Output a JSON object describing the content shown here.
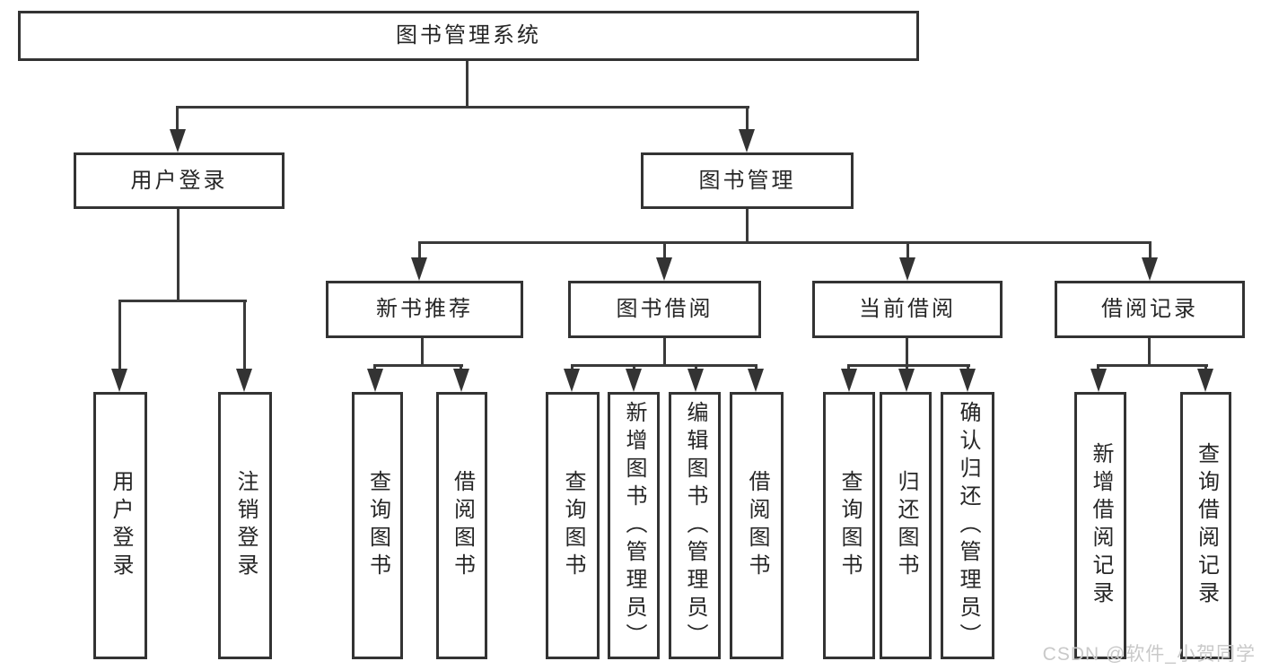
{
  "diagram": {
    "title": "图书管理系统",
    "tree": {
      "label": "图书管理系统",
      "children": [
        {
          "label": "用户登录",
          "children": [
            {
              "label": "用户登录"
            },
            {
              "label": "注销登录"
            }
          ]
        },
        {
          "label": "图书管理",
          "children": [
            {
              "label": "新书推荐",
              "children": [
                {
                  "label": "查询图书"
                },
                {
                  "label": "借阅图书"
                }
              ]
            },
            {
              "label": "图书借阅",
              "children": [
                {
                  "label": "查询图书"
                },
                {
                  "label": "新增图书（管理员）"
                },
                {
                  "label": "编辑图书（管理员）"
                },
                {
                  "label": "借阅图书"
                }
              ]
            },
            {
              "label": "当前借阅",
              "children": [
                {
                  "label": "查询图书"
                },
                {
                  "label": "归还图书"
                },
                {
                  "label": "确认归还（管理员）"
                }
              ]
            },
            {
              "label": "借阅记录",
              "children": [
                {
                  "label": "新增借阅记录"
                },
                {
                  "label": "查询借阅记录"
                }
              ]
            }
          ]
        }
      ]
    },
    "colors": {
      "border": "#333333",
      "line": "#3a3a3a",
      "text": "#262626",
      "background": "#ffffff",
      "watermark": "#c9c9c9"
    },
    "watermark": "CSDN @软件_小贺同学"
  }
}
